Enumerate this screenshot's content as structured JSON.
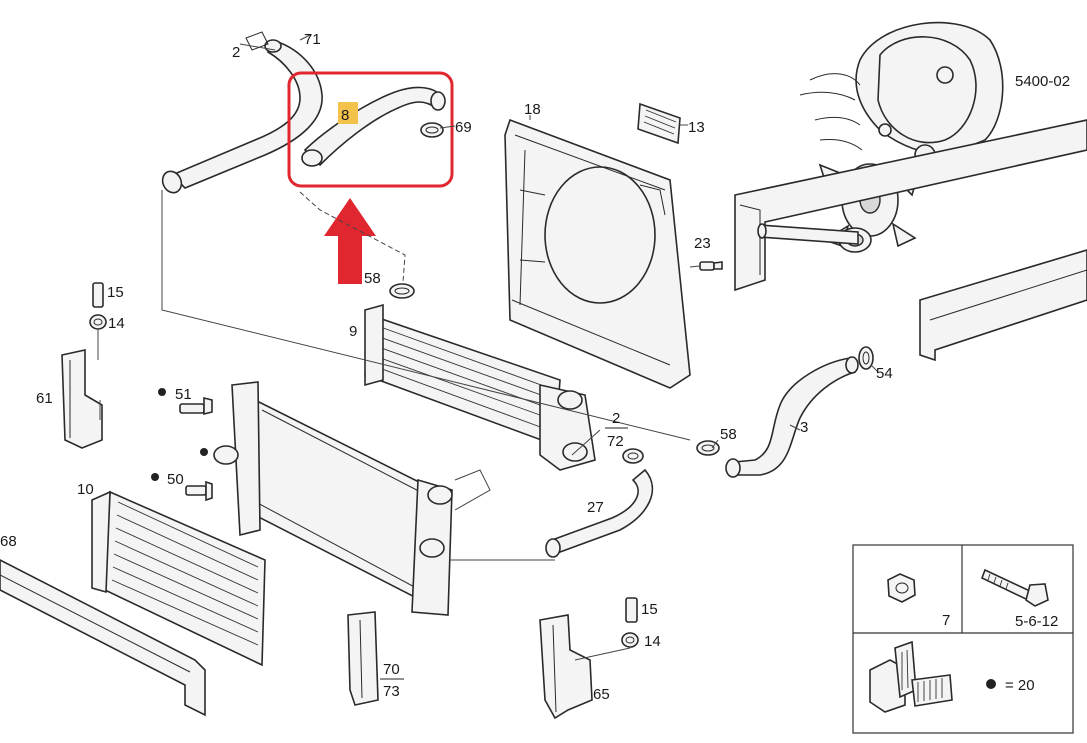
{
  "diagram": {
    "ref_code": "5400-02",
    "highlight_color": "#e0262e",
    "highlight_label_bg": "#f2c24a",
    "callouts": {
      "c2_top": "2",
      "c71": "71",
      "c8": "8",
      "c69": "69",
      "c18": "18",
      "c13": "13",
      "c23": "23",
      "c58_top": "58",
      "c15_left": "15",
      "c14_left": "14",
      "c9": "9",
      "c61": "61",
      "c51": "51",
      "c54": "54",
      "c2_mid": "2",
      "c72": "72",
      "c58_mid": "58",
      "c3": "3",
      "c10": "10",
      "c50": "50",
      "c27": "27",
      "c68": "68",
      "c15_right": "15",
      "c14_right": "14",
      "c70": "70",
      "c73": "73",
      "c65": "65"
    },
    "legend": {
      "nut_ref": "7",
      "bolt_ref": "5-6-12",
      "dot_equals": "= 20"
    }
  }
}
